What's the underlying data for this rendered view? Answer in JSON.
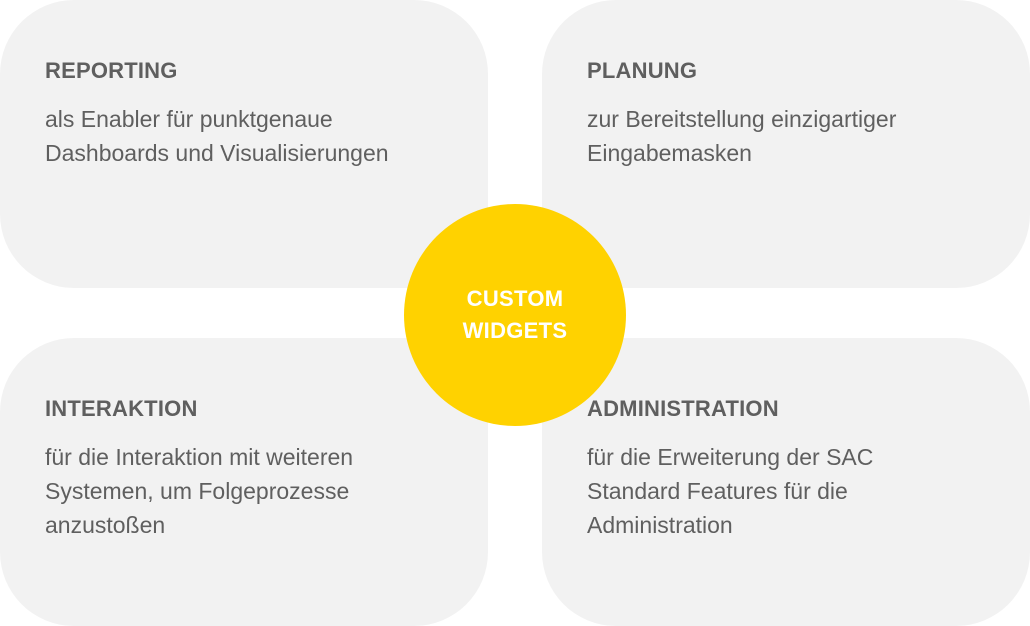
{
  "cards": {
    "reporting": {
      "title": "REPORTING",
      "text": "als Enabler für punktgenaue\nDashboards und Visualisierungen"
    },
    "planung": {
      "title": "PLANUNG",
      "text": "zur Bereitstellung einzigartiger\nEingabemasken"
    },
    "interaktion": {
      "title": "INTERAKTION",
      "text": "für die Interaktion mit weiteren\nSystemen, um Folgeprozesse\nanzustoßen"
    },
    "administration": {
      "title": "ADMINISTRATION",
      "text": "für die Erweiterung der SAC\nStandard Features für die\nAdministration"
    }
  },
  "center": {
    "line1": "CUSTOM",
    "line2": "WIDGETS"
  },
  "colors": {
    "card_background": "#f2f2f2",
    "text": "#5f5f5f",
    "accent": "#ffd200",
    "center_text": "#ffffff"
  }
}
